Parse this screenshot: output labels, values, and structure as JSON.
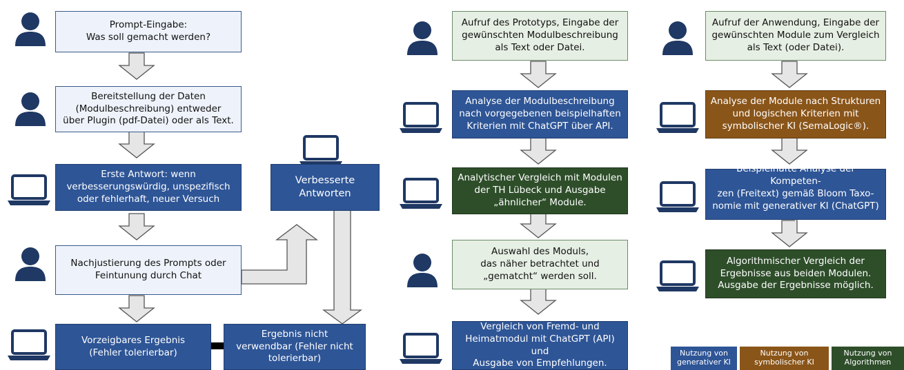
{
  "diagram": {
    "col1": {
      "prompt_input": "Prompt-Eingabe:\nWas soll gemacht werden?",
      "data_provision": "Bereitstellung der Daten\n(Modulbeschreibung) entweder\nüber Plugin (pdf-Datei) oder als Text.",
      "first_answer": "Erste Antwort:  wenn\nverbesserungswürdig,  unspezifisch\noder fehlerhaft, neuer Versuch",
      "readjust": "Nachjustierung des Prompts oder\nFeintunung durch Chat",
      "presentable": "Vorzeigbares Ergebnis\n(Fehler tolerierbar)",
      "improved": "Verbesserte\nAntworten",
      "not_usable": "Ergebnis nicht\nverwendbar (Fehler nicht\ntolerierbar)"
    },
    "col2": {
      "call_prototype": "Aufruf des Prototyps, Eingabe der\ngewünschten Modulbeschreibung\nals Text oder Datei.",
      "analysis": "Analyse der Modulbeschreibung\nnach vorgegebenen beispielhaften\nKriterien mit ChatGPT  über API.",
      "compare_th": "Analytischer Vergleich mit Modulen\nder TH Lübeck und Ausgabe\n„ähnlicher“ Module.",
      "select_module": "Auswahl des Moduls,\ndas näher betrachtet und\n„gematcht“ werden soll.",
      "compare_foreign": "Vergleich von Fremd- und\nHeimatmodul mit ChatGPT (API) und\nAusgabe von Empfehlungen."
    },
    "col3": {
      "call_app": "Aufruf der Anwendung, Eingabe der\ngewünschten Module zum Vergleich\nals Text (oder Datei).",
      "analysis_structures": "Analyse der Module nach Strukturen\nund logischen Kriterien mit\nsymbolischer KI (SemaLogic®).",
      "bloom": "Beispielhafte Analyse der Kompeten-\nzen (Freitext) gemäß Bloom Taxo-\nnomie mit generativer KI (ChatGPT) .",
      "algo_compare": "Algorithmischer Vergleich der\nErgebnisse aus beiden Modulen.\nAusgabe der Ergebnisse möglich."
    },
    "legend": {
      "generative": "Nutzung von\ngenerativer KI",
      "symbolic": "Nutzung von\nsymbolischer KI",
      "algorithms": "Nutzung von\nAlgorithmen"
    },
    "icons": {
      "person": "user-icon",
      "computer": "laptop-icon"
    },
    "colors": {
      "generative_blue": "#2e5596",
      "symbolic_brown": "#8a5519",
      "algorithm_green": "#2e4e2a",
      "user_step_light": "#eef3fb",
      "icon_navy": "#1f3864"
    }
  }
}
